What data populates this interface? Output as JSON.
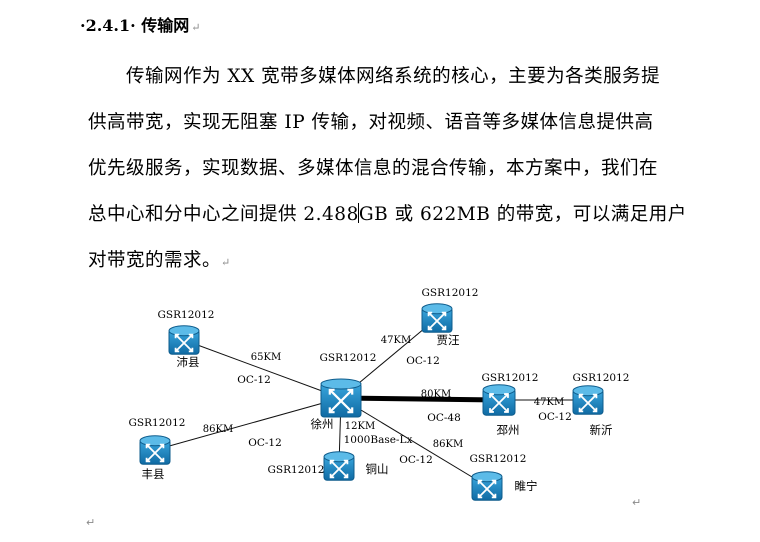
{
  "section": {
    "bullet": "·",
    "number": "2.4.1",
    "title": "传输网"
  },
  "paragraph": {
    "line1": "传输网作为 XX 宽带多媒体网络系统的核心，主要为各类服务提",
    "line2": "供高带宽，实现无阻塞 IP 传输，对视频、语音等多媒体信息提供高",
    "line3": "优先级服务，实现数据、多媒体信息的混合传输，本方案中，我们在",
    "line4a": "总中心和分中心之间提供 2.488",
    "line4b": "GB 或 622MB 的带宽，可以满足用户",
    "line5": "对带宽的需求。"
  },
  "diagram": {
    "nodes": [
      {
        "id": "peixian",
        "model": "GSR12012",
        "city": "沛县"
      },
      {
        "id": "jiawang",
        "model": "GSR12012",
        "city": "贾汪"
      },
      {
        "id": "xuzhou",
        "model": "GSR12012",
        "city": "徐州"
      },
      {
        "id": "pizhou",
        "model": "GSR12012",
        "city": "邳州"
      },
      {
        "id": "xinyi",
        "model": "GSR12012",
        "city": "新沂"
      },
      {
        "id": "fengxian",
        "model": "GSR12012",
        "city": "丰县"
      },
      {
        "id": "tongshan",
        "model": "GSR12012",
        "city": "铜山"
      },
      {
        "id": "suining",
        "model": "GSR12012",
        "city": "睢宁"
      }
    ],
    "links": [
      {
        "from": "xuzhou",
        "to": "peixian",
        "distance": "65KM",
        "type": "OC-12"
      },
      {
        "from": "xuzhou",
        "to": "jiawang",
        "distance": "47KM",
        "type": "OC-12"
      },
      {
        "from": "xuzhou",
        "to": "pizhou",
        "distance": "80KM",
        "type": "OC-48"
      },
      {
        "from": "pizhou",
        "to": "xinyi",
        "distance": "47KM",
        "type": "OC-12"
      },
      {
        "from": "xuzhou",
        "to": "fengxian",
        "distance": "86KM",
        "type": "OC-12"
      },
      {
        "from": "xuzhou",
        "to": "tongshan",
        "distance": "12KM",
        "type": "1000Base-Lx"
      },
      {
        "from": "xuzhou",
        "to": "suining",
        "distance": "86KM",
        "type": "OC-12"
      }
    ]
  },
  "colors": {
    "router_fill": "#1a87c6",
    "router_dark": "#0e5c8c",
    "link_normal": "#111111",
    "link_backbone": "#000000",
    "paragraph_mark": "#8a8a8a"
  }
}
